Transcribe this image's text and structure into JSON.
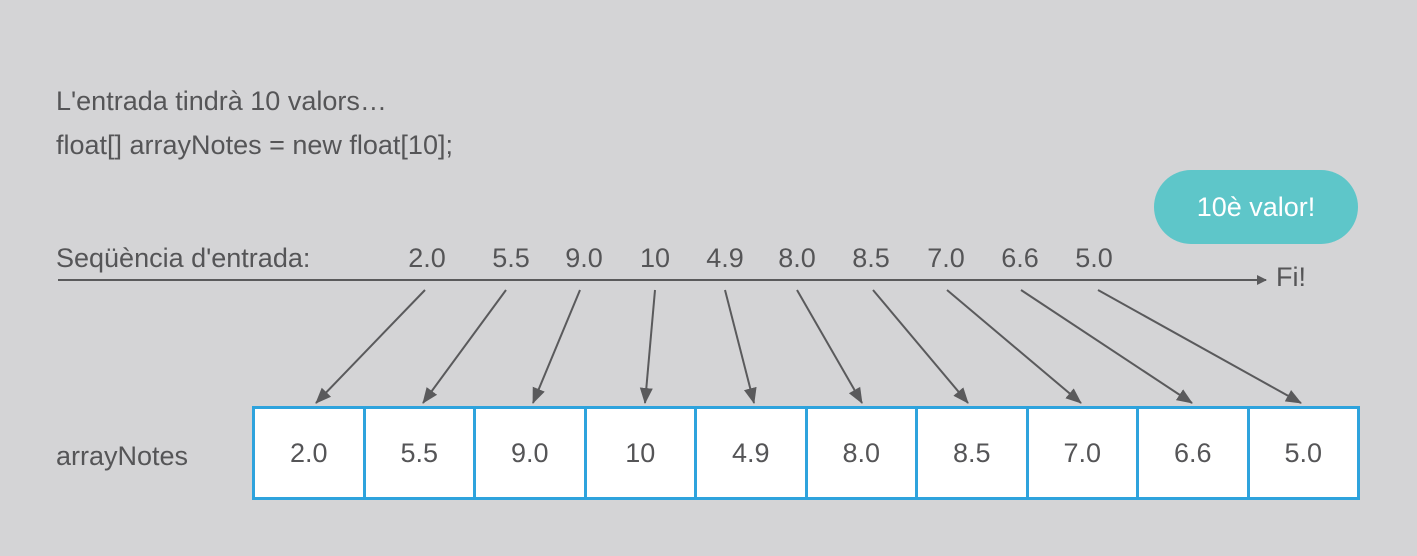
{
  "intro": {
    "line1": "L'entrada tindrà 10 valors…",
    "line2": "float[] arrayNotes = new float[10];"
  },
  "bubble": {
    "text": "10è valor!"
  },
  "sequence": {
    "label": "Seqüència d'entrada:",
    "values": [
      "2.0",
      "5.5",
      "9.0",
      "10",
      "4.9",
      "8.0",
      "8.5",
      "7.0",
      "6.6",
      "5.0"
    ],
    "end_label": "Fi!"
  },
  "array": {
    "label": "arrayNotes",
    "cells": [
      "2.0",
      "5.5",
      "9.0",
      "10",
      "4.9",
      "8.0",
      "8.5",
      "7.0",
      "6.6",
      "5.0"
    ]
  },
  "colors": {
    "background": "#d4d4d6",
    "text": "#555557",
    "cell_border": "#2ea3dd",
    "bubble": "#5ec6c9",
    "arrow": "#5a5a5c"
  }
}
